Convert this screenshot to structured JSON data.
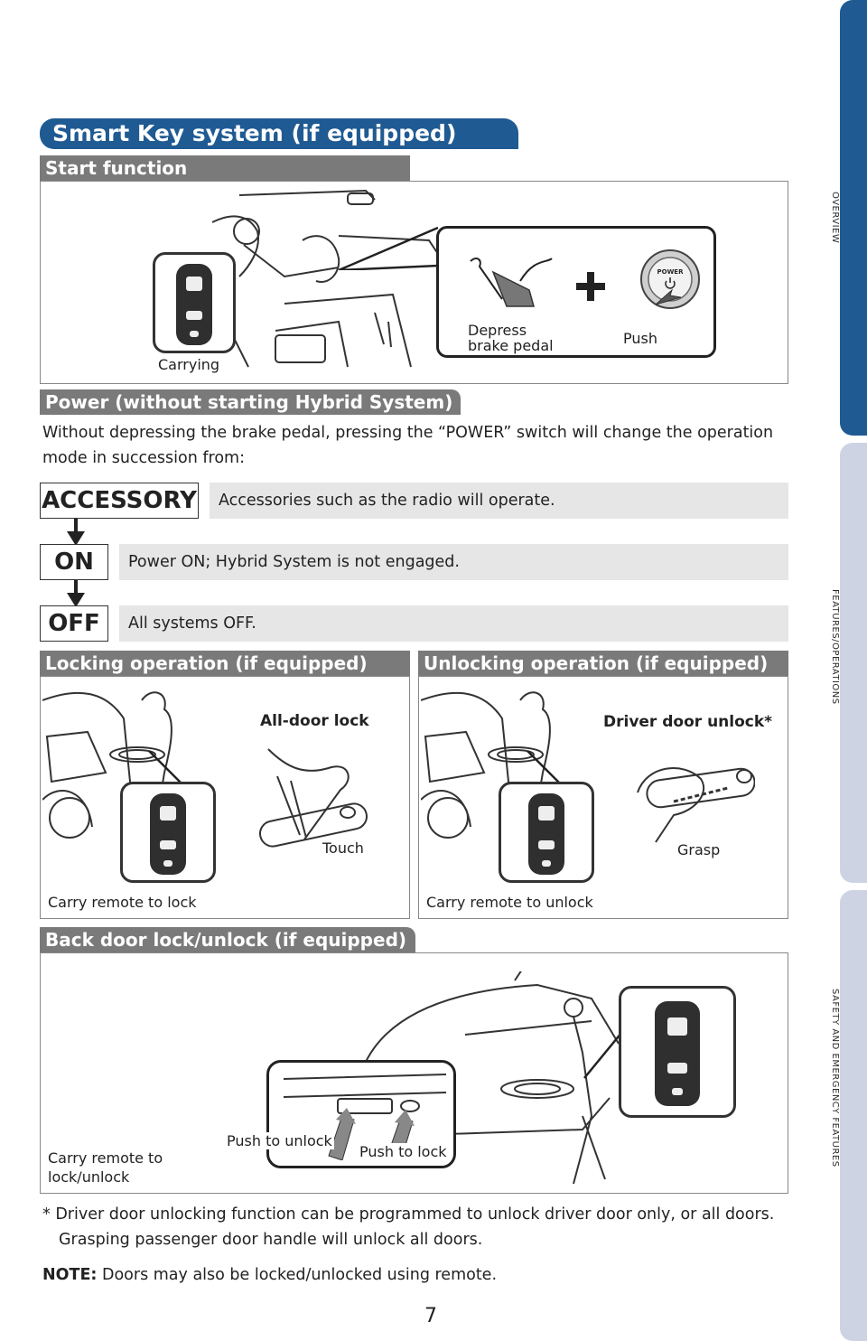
{
  "side_tabs": [
    "OVERVIEW",
    "FEATURES/OPERATIONS",
    "SAFETY AND EMERGENCY FEATURES"
  ],
  "title": "Smart Key system (if equipped)",
  "start_function": {
    "header": "Start function",
    "carrying": "Carrying",
    "depress": "Depress\nbrake pedal",
    "push": "Push",
    "power_button": "POWER"
  },
  "power_section": {
    "header": "Power (without starting Hybrid System)",
    "intro": "Without depressing the brake pedal, pressing the “POWER” switch will change the operation mode in succession from:",
    "modes": [
      {
        "name": "ACCESSORY",
        "desc": "Accessories such as the radio will operate."
      },
      {
        "name": "ON",
        "desc": "Power ON; Hybrid System is not engaged."
      },
      {
        "name": "OFF",
        "desc": "All systems OFF."
      }
    ]
  },
  "locking": {
    "header": "Locking operation (if equipped)",
    "caption": "All-door lock",
    "touch": "Touch",
    "carry": "Carry remote to lock"
  },
  "unlocking": {
    "header": "Unlocking operation (if equipped)",
    "caption": "Driver door unlock*",
    "grasp": "Grasp",
    "carry": "Carry remote to unlock"
  },
  "back_door": {
    "header": "Back door lock/unlock (if equipped)",
    "carry": "Carry remote to\nlock/unlock",
    "push_unlock": "Push to unlock",
    "push_lock": "Push to lock"
  },
  "footnote": "* Driver door unlocking function can be programmed to unlock driver door only, or all doors. Grasping passenger door handle will unlock all doors.",
  "note_label": "NOTE:",
  "note_text": "Doors may also be locked/unlocked using remote.",
  "page_number": "7",
  "colors": {
    "brand_blue": "#1f5a93",
    "tab_light": "#cdd3e3",
    "header_gray": "#7a7a7a",
    "mode_bg": "#e6e6e6"
  }
}
